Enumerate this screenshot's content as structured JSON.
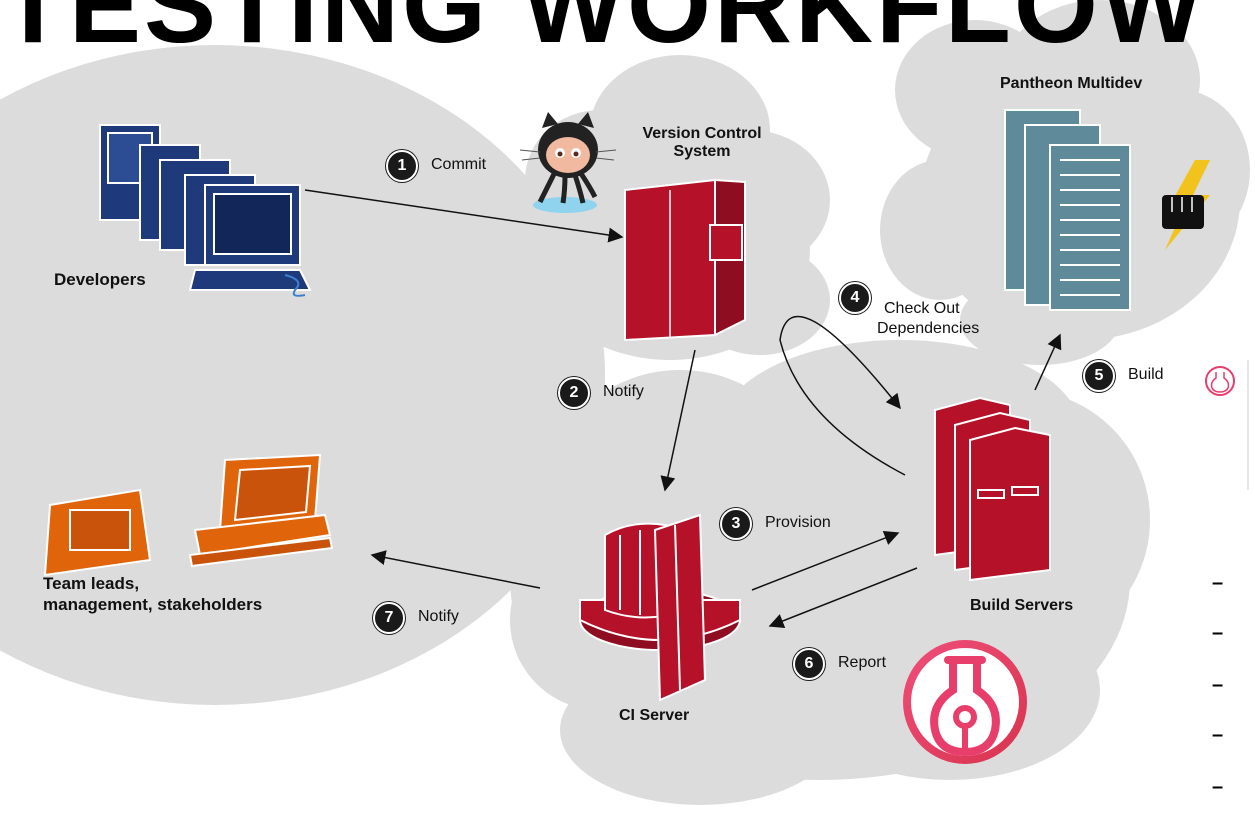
{
  "title": "TESTING WORKFLOW",
  "nodes": {
    "developers": "Developers",
    "vcs": "Version Control System",
    "pantheon": "Pantheon Multidev",
    "build_servers": "Build Servers",
    "ci_server": "CI Server",
    "stakeholders_line1": "Team leads,",
    "stakeholders_line2": "management, stakeholders"
  },
  "steps": [
    {
      "num": "1",
      "label": "Commit"
    },
    {
      "num": "2",
      "label": "Notify"
    },
    {
      "num": "3",
      "label": "Provision"
    },
    {
      "num": "4",
      "label_line1": "Check Out",
      "label_line2": "Dependencies"
    },
    {
      "num": "5",
      "label": "Build"
    },
    {
      "num": "6",
      "label": "Report"
    },
    {
      "num": "7",
      "label": "Notify"
    }
  ],
  "bullets": [
    "–",
    "–",
    "–",
    "–",
    "–"
  ],
  "colors": {
    "cloud": "#dcdcdc",
    "server_red": "#b5122a",
    "developer_blue": "#1f3a7a",
    "stakeholder_orange": "#e0640a",
    "pantheon_steel": "#5f8a99",
    "logo_pink": "#e83e6c"
  }
}
